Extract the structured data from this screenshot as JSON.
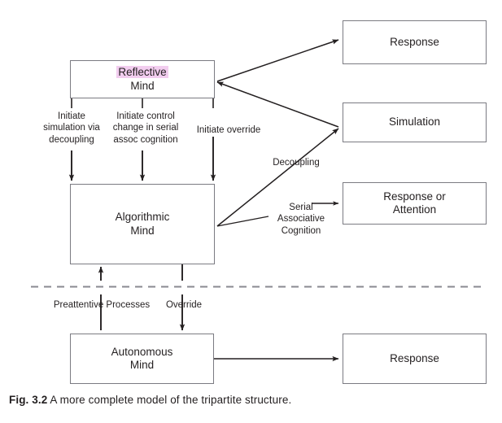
{
  "figure": {
    "caption_prefix": "Fig. 3.2",
    "caption_text": "A more complete model of the tripartite structure."
  },
  "colors": {
    "highlight": "#f2cdef",
    "box_border": "#7b7b82",
    "line": "#231f20",
    "divider": "#8a8a90",
    "text": "#231f20",
    "background": "#ffffff"
  },
  "boxes": {
    "reflective_mind": {
      "highlighted_word": "Reflective",
      "label": "Mind"
    },
    "algorithmic_mind": {
      "label": "Algorithmic\nMind"
    },
    "autonomous_mind": {
      "label": "Autonomous\nMind"
    },
    "response_top": {
      "label": "Response"
    },
    "simulation": {
      "label": "Simulation"
    },
    "response_or_attention": {
      "label": "Response or\nAttention"
    },
    "response_bottom": {
      "label": "Response"
    }
  },
  "edge_labels": {
    "initiate_simulation": "Initiate\nsimulation via\ndecoupling",
    "initiate_control_change": "Initiate control\nchange in serial\nassoc cognition",
    "initiate_override": "Initiate override",
    "decoupling": "Decoupling",
    "serial_associative_cognition": "Serial\nAssociative\nCognition",
    "preattentive_processes": "Preattentive Processes",
    "override": "Override"
  },
  "icons": {
    "arrowhead": "arrow-head-icon",
    "divider": "dashed-divider-icon"
  }
}
